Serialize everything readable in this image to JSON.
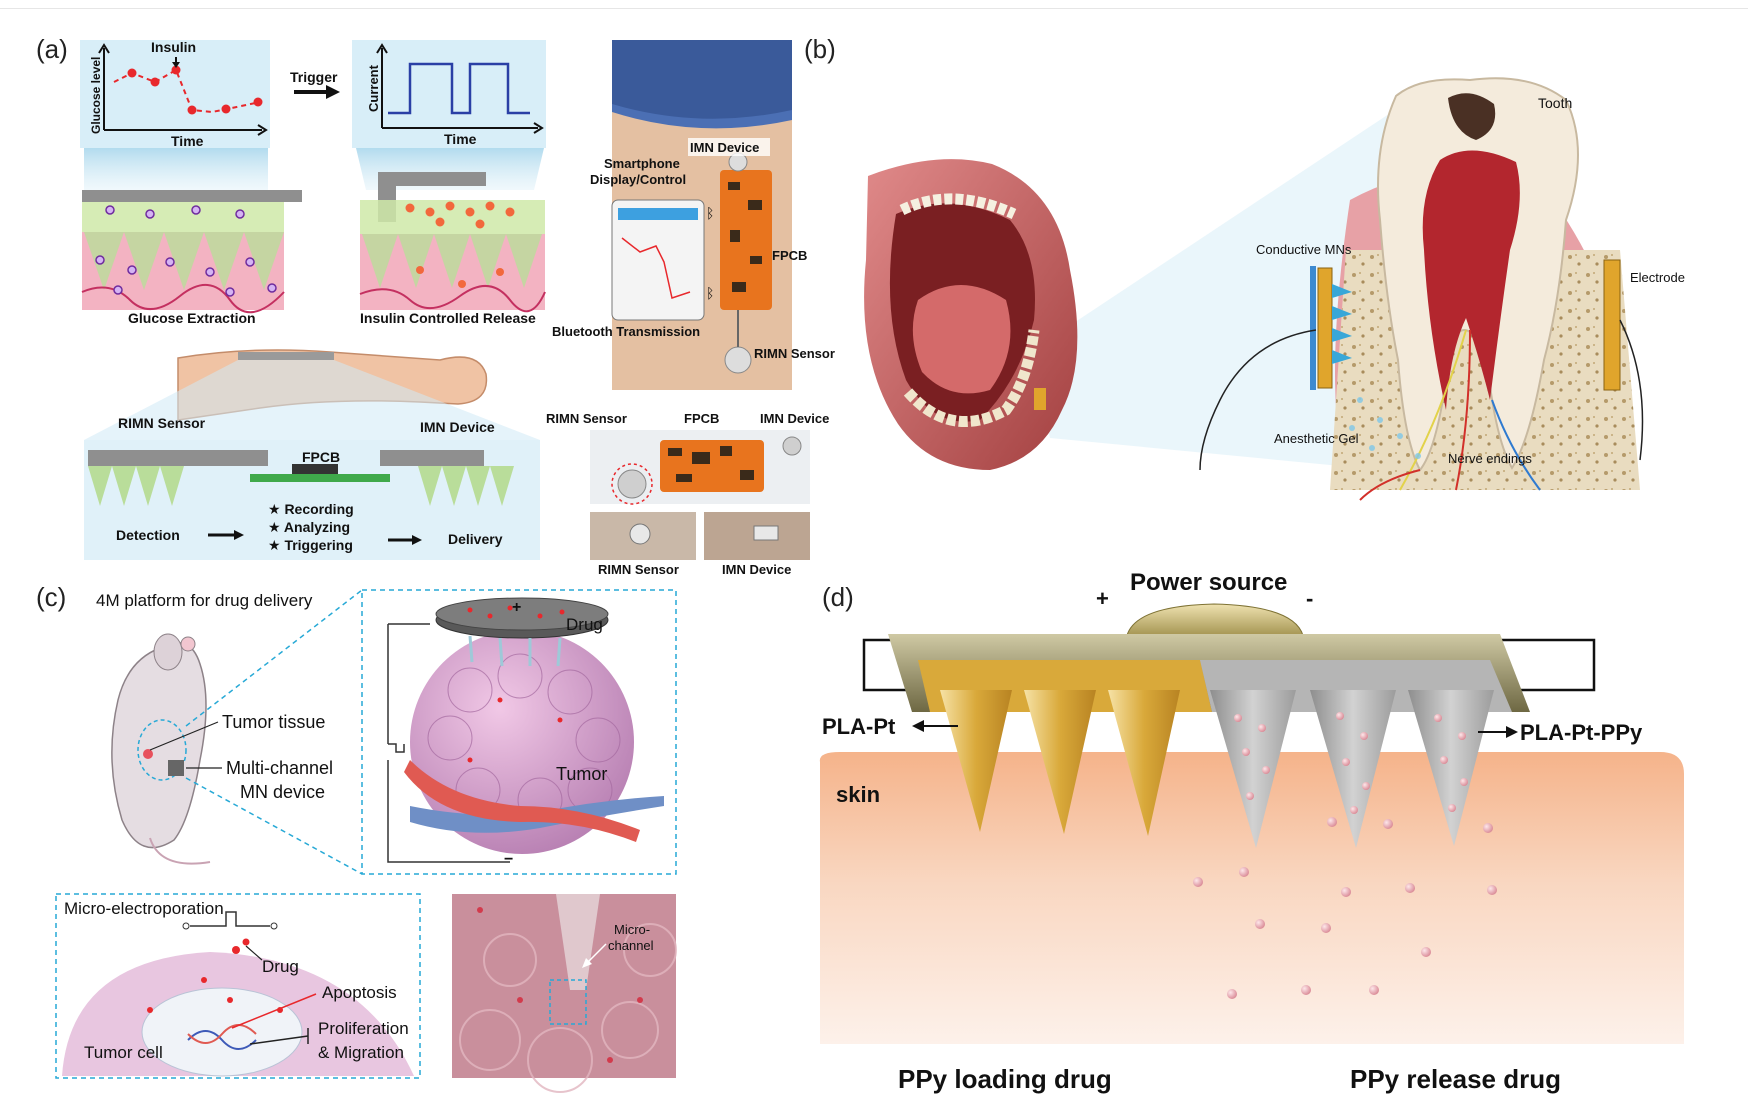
{
  "panels": {
    "a": {
      "label": "(a)",
      "glucose_plot": {
        "ylabel": "Glucose level",
        "xlabel": "Time",
        "marker": "Insulin"
      },
      "current_plot": {
        "ylabel": "Current",
        "xlabel": "Time"
      },
      "trigger": "Trigger",
      "glucose_extraction": "Glucose Extraction",
      "insulin_release": "Insulin Controlled Release",
      "rimn_sensor": "RIMN Sensor",
      "imn_device": "IMN Device",
      "fpcb": "FPCB",
      "detection": "Detection",
      "steps": [
        "★ Recording",
        "★ Analyzing",
        "★ Triggering"
      ],
      "delivery": "Delivery",
      "photo": {
        "imn_device": "IMN Device",
        "smartphone": "Smartphone",
        "display_control": "Display/Control",
        "fpcb": "FPCB",
        "bluetooth": "Bluetooth Transmission",
        "rimn_sensor": "RIMN Sensor"
      },
      "board": {
        "rimn_sensor": "RIMN Sensor",
        "fpcb": "FPCB",
        "imn_device": "IMN Device"
      },
      "bottom_photos": {
        "rimn_sensor": "RIMN Sensor",
        "imn_device": "IMN Device"
      }
    },
    "b": {
      "label": "(b)",
      "tooth": "Tooth",
      "conductive_mns": "Conductive MNs",
      "electrode": "Electrode",
      "anesthetic_gel": "Anesthetic Gel",
      "nerve_endings": "Nerve endings"
    },
    "c": {
      "label": "(c)",
      "title": "4M platform for drug delivery",
      "tumor_tissue": "Tumor tissue",
      "multi_channel_1": "Multi-channel",
      "multi_channel_2": "MN device",
      "drug_top": "Drug",
      "tumor": "Tumor",
      "plus": "+",
      "minus": "−",
      "micro_electroporation": "Micro-electroporation",
      "drug_cell": "Drug",
      "apoptosis": "Apoptosis",
      "proliferation_1": "Proliferation",
      "proliferation_2": "& Migration",
      "tumor_cell": "Tumor cell",
      "micro_1": "Micro-",
      "micro_2": "channel"
    },
    "d": {
      "label": "(d)",
      "power_source": "Power source",
      "plus": "+",
      "minus": "-",
      "pla_pt": "PLA-Pt",
      "pla_pt_ppy": "PLA-Pt-PPy",
      "skin": "skin",
      "loading": "PPy loading drug",
      "release": "PPy release drug"
    }
  },
  "colors": {
    "glucose_curve": "#e8282c",
    "current_curve": "#2a3fa5",
    "highlight_blue": "#bfe3f2",
    "tissue_pink": "#f3b3c2",
    "gel_green": "#b9dd9a",
    "board_orange": "#e8741e",
    "gold": "#d9a93a",
    "silver": "#b5b5b5",
    "skin": "#f6c7a6",
    "dashed_blue": "#27a9d6"
  }
}
